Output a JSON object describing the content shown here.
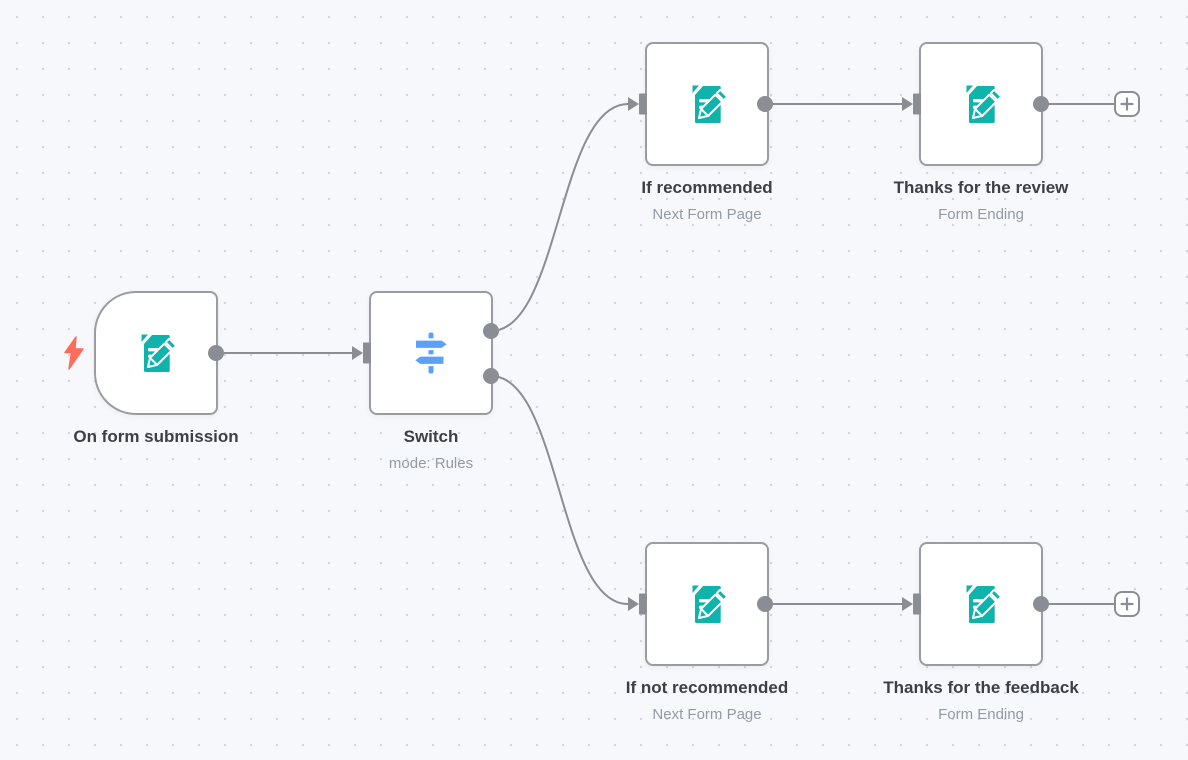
{
  "app": {
    "view": "workflow-canvas"
  },
  "colors": {
    "canvas_bg": "#f7f8fb",
    "grid_dot": "#d2d5dc",
    "node_border": "#999ca2",
    "connector": "#8a8d93",
    "label_text": "#3c4046",
    "sublabel_text": "#939aa6",
    "form_icon": "#0eb3ab",
    "switch_icon": "#5ba1f8",
    "trigger_bolt": "#ff6d5a"
  },
  "icons": {
    "trigger": "lightning-bolt-icon",
    "form": "form-document-pencil-icon",
    "switch": "signpost-icon",
    "add_node": "plus-icon"
  },
  "nodes": [
    {
      "id": "on-form-submission",
      "label": "On form submission",
      "sublabel": "",
      "type": "form-trigger"
    },
    {
      "id": "switch",
      "label": "Switch",
      "sublabel": "mode: Rules",
      "type": "switch"
    },
    {
      "id": "if-recommended",
      "label": "If recommended",
      "sublabel": "Next Form Page",
      "type": "form"
    },
    {
      "id": "thanks-for-the-review",
      "label": "Thanks for the review",
      "sublabel": "Form Ending",
      "type": "form"
    },
    {
      "id": "if-not-recommended",
      "label": "If not recommended",
      "sublabel": "Next Form Page",
      "type": "form"
    },
    {
      "id": "thanks-for-the-feedback",
      "label": "Thanks for the feedback",
      "sublabel": "Form Ending",
      "type": "form"
    }
  ],
  "connections": [
    {
      "from": "on-form-submission",
      "to": "switch"
    },
    {
      "from": "switch",
      "output": 0,
      "to": "if-recommended"
    },
    {
      "from": "switch",
      "output": 1,
      "to": "if-not-recommended"
    },
    {
      "from": "if-recommended",
      "to": "thanks-for-the-review"
    },
    {
      "from": "if-not-recommended",
      "to": "thanks-for-the-feedback"
    }
  ],
  "add_buttons": [
    {
      "attached_to": "thanks-for-the-review"
    },
    {
      "attached_to": "thanks-for-the-feedback"
    }
  ]
}
